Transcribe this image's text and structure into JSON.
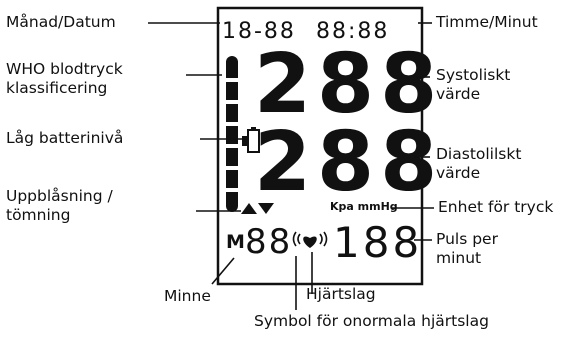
{
  "display": {
    "date": "18-88",
    "time": "88:88",
    "systolic": "288",
    "diastolic": "288",
    "memory_letter": "M",
    "memory": "88",
    "pulse": "188",
    "unit": "Kpa mmHg"
  },
  "labels": {
    "month_date": "Månad/Datum",
    "hour_minute": "Timme/Minut",
    "who_line1": "WHO blodtryck",
    "who_line2": "klassificering",
    "systolic_line1": "Systoliskt",
    "systolic_line2": "värde",
    "low_battery": "Låg batterinivå",
    "diastolic_line1": "Diastolilskt",
    "diastolic_line2": "värde",
    "inflation_line1": "Uppblåsning /",
    "inflation_line2": "tömning",
    "pressure_unit": "Enhet för tryck",
    "pulse_line1": "Puls per",
    "pulse_line2": "minut",
    "memory": "Minne",
    "heartbeat": "Hjärtslag",
    "arrhythmia": "Symbol för onormala hjärtslag"
  },
  "colors": {
    "ink": "#111111",
    "background": "#ffffff"
  }
}
